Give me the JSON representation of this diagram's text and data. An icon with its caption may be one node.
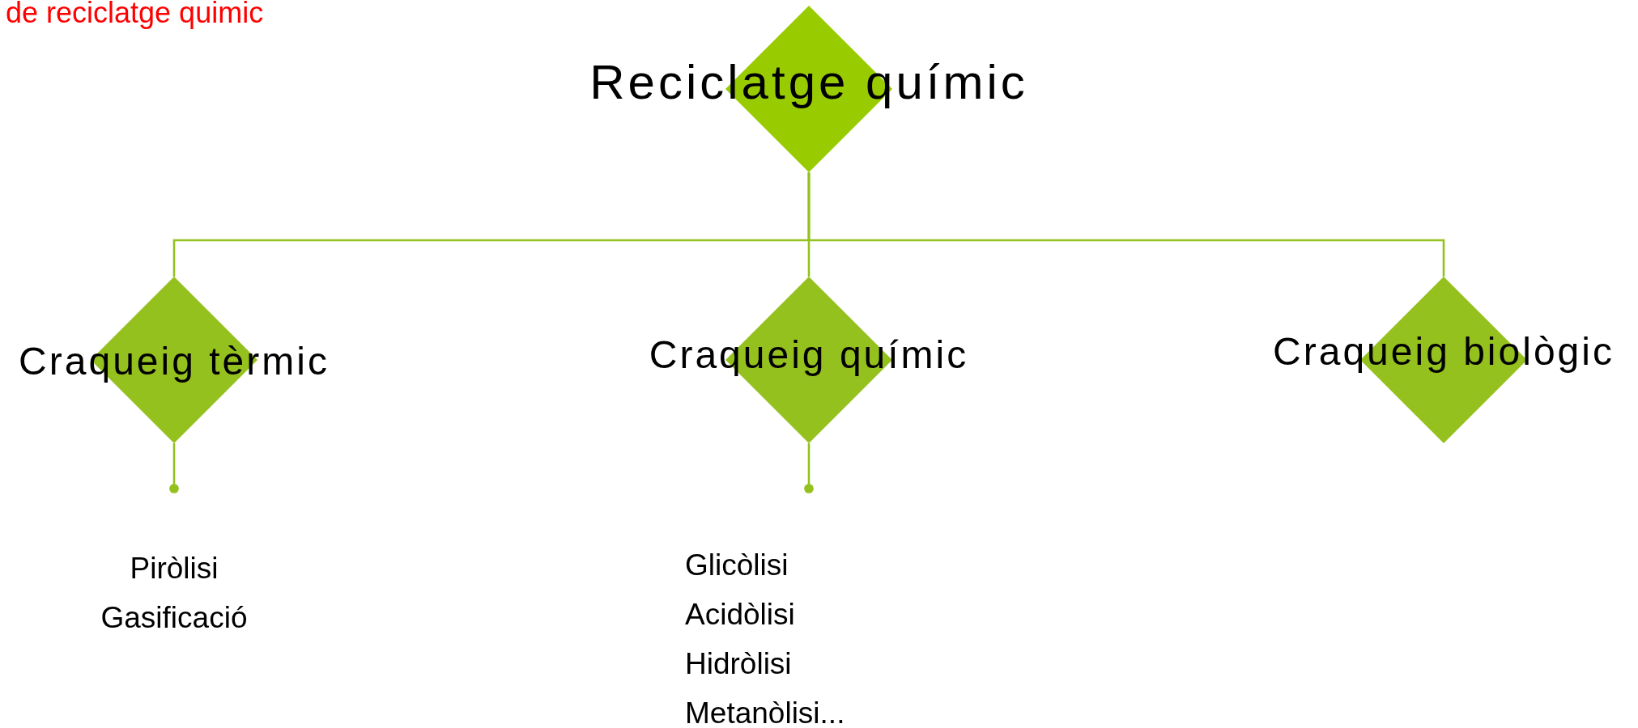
{
  "diagram": {
    "nodes": [
      {
        "text": [
          "Reciclatge químic"
        ]
      },
      {
        "text": [
          "Craqueig tèrmic"
        ],
        "beside": [
          "Piròlisi",
          "Gasificació"
        ]
      },
      {
        "text": [
          "Craqueig químic"
        ],
        "beside": [
          "Glicòlisi",
          "Acidòlisi",
          "Hidròlisi",
          "Metanòlisi..."
        ]
      },
      {
        "text": [
          "Craqueig biològic"
        ]
      }
    ],
    "edges": [
      {
        "from": 0,
        "to": 1,
        "arrow": "none"
      },
      {
        "from": 0,
        "to": 2,
        "arrow": "none"
      },
      {
        "from": 0,
        "to": 3,
        "arrow": "none"
      },
      {
        "from": 1,
        "to": null,
        "arrow": "other"
      },
      {
        "from": 2,
        "to": null,
        "arrow": "other"
      }
    ],
    "labels": [
      "de reciclatge quimic"
    ]
  }
}
